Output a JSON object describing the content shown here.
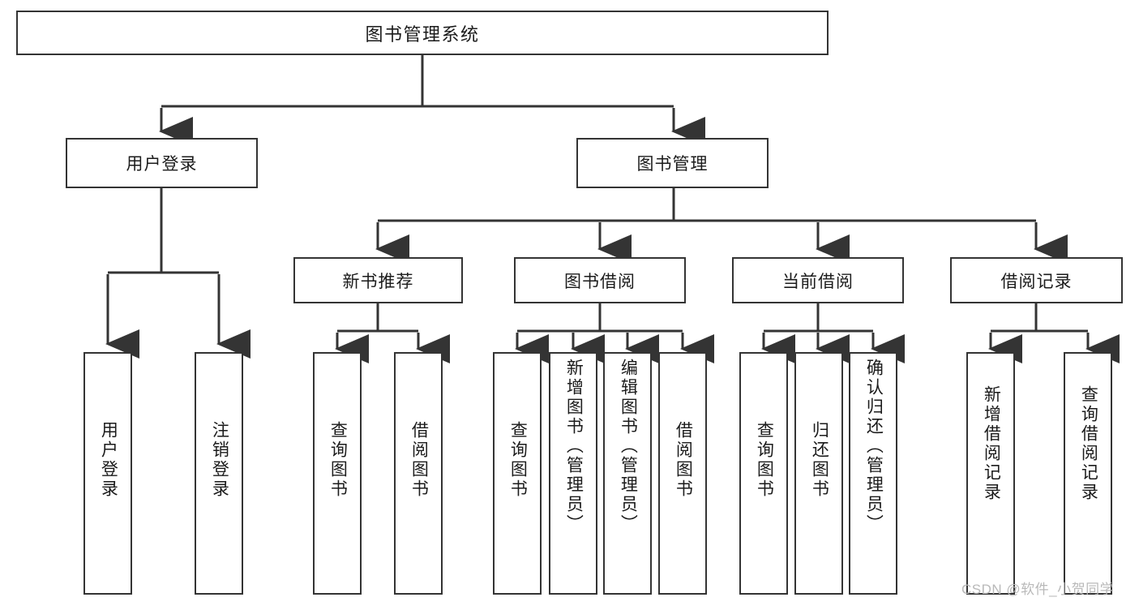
{
  "diagram": {
    "title": "图书管理系统",
    "type": "tree-hierarchy-chart",
    "stroke_color": "#343434",
    "fill_color": "#ffffff",
    "text_color": "#1b1b1b"
  },
  "root": {
    "label": "图书管理系统"
  },
  "level1": [
    {
      "label": "用户登录"
    },
    {
      "label": "图书管理"
    }
  ],
  "level2": [
    {
      "label": "新书推荐"
    },
    {
      "label": "图书借阅"
    },
    {
      "label": "当前借阅"
    },
    {
      "label": "借阅记录"
    }
  ],
  "leaves": {
    "user_login": [
      {
        "label": "用户登录"
      },
      {
        "label": "注销登录"
      }
    ],
    "new_book_recommend": [
      {
        "label": "查询图书"
      },
      {
        "label": "借阅图书"
      }
    ],
    "book_borrow": [
      {
        "label": "查询图书"
      },
      {
        "label": "新增图书（管理员）"
      },
      {
        "label": "编辑图书（管理员）"
      },
      {
        "label": "借阅图书"
      }
    ],
    "current_borrow": [
      {
        "label": "查询图书"
      },
      {
        "label": "归还图书"
      },
      {
        "label": "确认归还（管理员）"
      }
    ],
    "borrow_record": [
      {
        "label": "新增借阅记录"
      },
      {
        "label": "查询借阅记录"
      }
    ]
  },
  "watermark": {
    "text": "CSDN @软件_小贺同学"
  }
}
